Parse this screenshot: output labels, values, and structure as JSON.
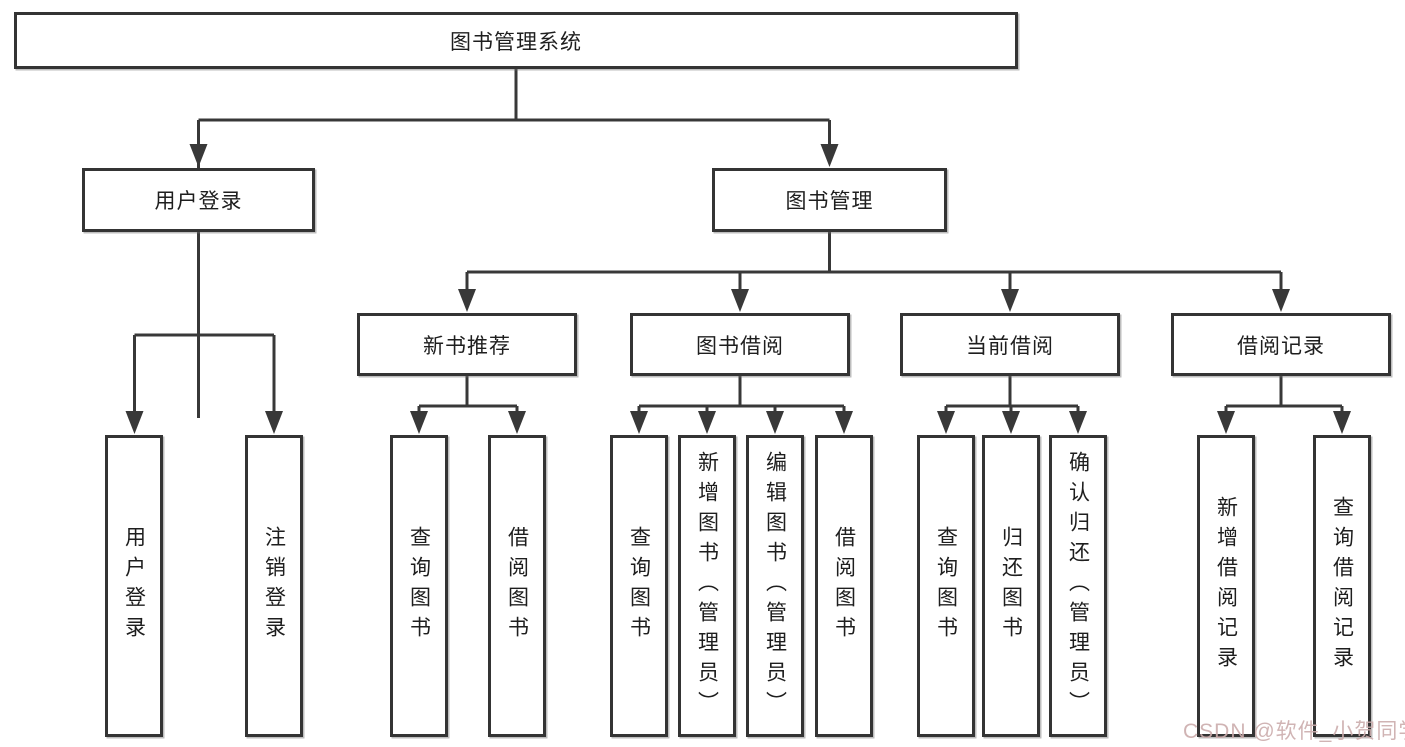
{
  "diagram": {
    "nodes": {
      "root": "图书管理系统",
      "l2": [
        "用户登录",
        "图书管理"
      ],
      "l3": [
        "新书推荐",
        "图书借阅",
        "当前借阅",
        "借阅记录"
      ],
      "l4": [
        "用户登录",
        "注销登录",
        "查询图书",
        "借阅图书",
        "查询图书",
        "新增图书（管理员）",
        "编辑图书（管理员）",
        "借阅图书",
        "查询图书",
        "归还图书",
        "确认归还（管理员）",
        "新增借阅记录",
        "查询借阅记录"
      ]
    },
    "colors": {
      "line": "#383838",
      "text": "#1e1e1e",
      "box_background": "#ffffff"
    }
  },
  "watermark": {
    "text": "CSDN @软件_小贺同学",
    "color": "#ccacac"
  }
}
